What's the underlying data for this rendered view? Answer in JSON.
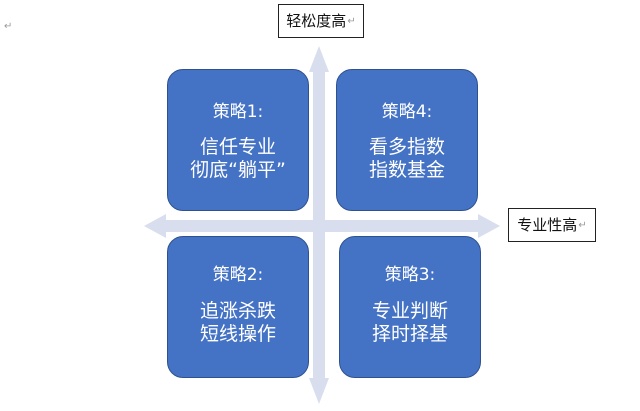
{
  "axes": {
    "vertical_label": "轻松度高",
    "horizontal_label": "专业性高",
    "color": "#d9deee"
  },
  "paragraph_mark": "↵",
  "box_fill": "#4472c4",
  "quadrants": {
    "top_left": {
      "title": "策略1:",
      "line1": "信任专业",
      "line2": "彻底“躺平”"
    },
    "top_right": {
      "title": "策略4:",
      "line1": "看多指数",
      "line2": "指数基金"
    },
    "bottom_left": {
      "title": "策略2:",
      "line1": "追涨杀跌",
      "line2": "短线操作"
    },
    "bottom_right": {
      "title": "策略3:",
      "line1": "专业判断",
      "line2": "择时择基"
    }
  }
}
